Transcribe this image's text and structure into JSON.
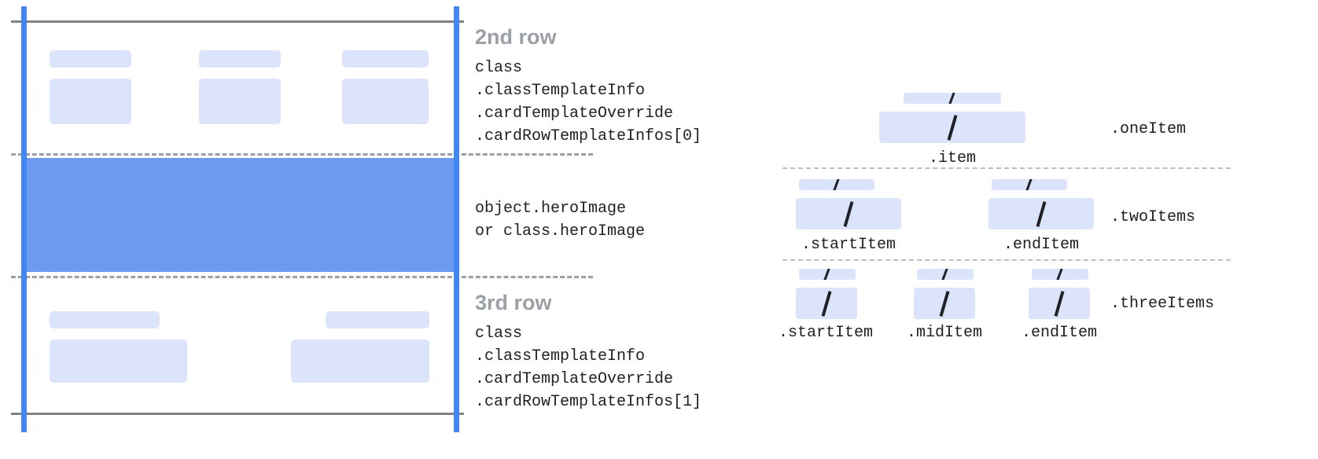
{
  "colors": {
    "accent_blue": "#4285f4",
    "hero_blue": "#6b9aee",
    "placeholder_blue": "#dbe4fb",
    "rule_gray": "#808285",
    "dash_gray": "#9aa0a6",
    "title_gray": "#9aa0a6",
    "text_dark": "#202124"
  },
  "left_panel": {
    "second_row": {
      "title": "2nd row",
      "code": "class\n.classTemplateInfo\n.cardTemplateOverride\n.cardRowTemplateInfos[0]"
    },
    "hero": {
      "code": "object.heroImage\nor class.heroImage"
    },
    "third_row": {
      "title": "3rd row",
      "code": "class\n.classTemplateInfo\n.cardTemplateOverride\n.cardRowTemplateInfos[1]"
    }
  },
  "right_panel": {
    "groups": [
      {
        "name": ".oneItem",
        "items": [
          {
            "label": ".item"
          }
        ]
      },
      {
        "name": ".twoItems",
        "items": [
          {
            "label": ".startItem"
          },
          {
            "label": ".endItem"
          }
        ]
      },
      {
        "name": ".threeItems",
        "items": [
          {
            "label": ".startItem"
          },
          {
            "label": ".midItem"
          },
          {
            "label": ".endItem"
          }
        ]
      }
    ],
    "slash_glyph": "/"
  }
}
